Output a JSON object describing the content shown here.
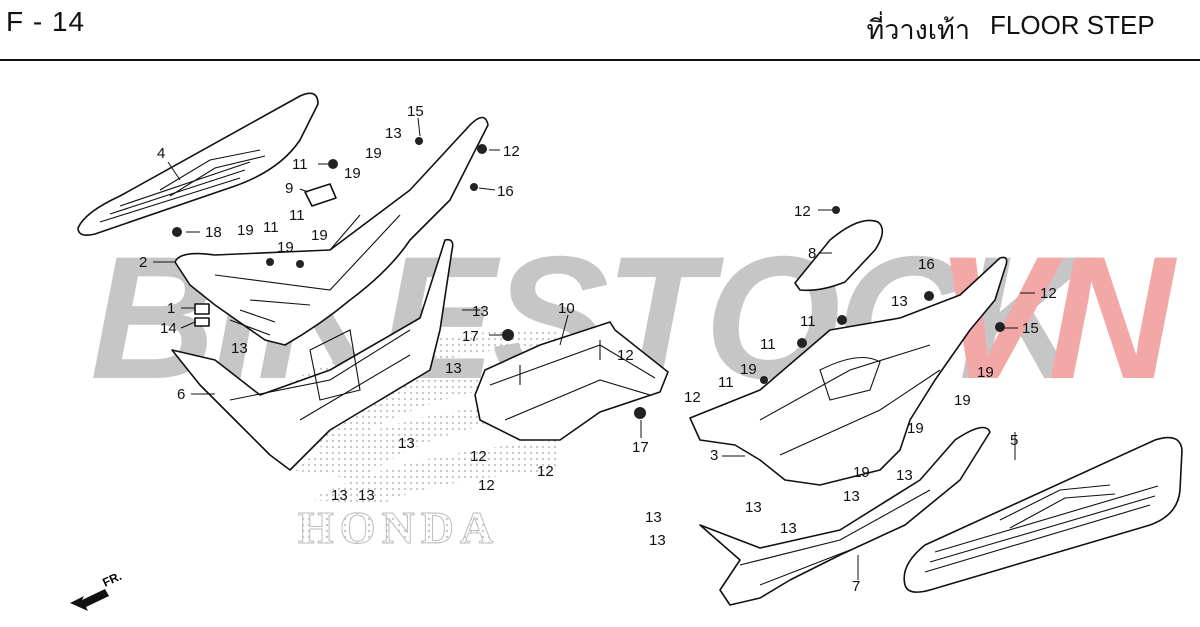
{
  "header": {
    "page_code": "F - 14",
    "title_th": "ที่วางเท้า",
    "title_en": "FLOOR STEP"
  },
  "watermark": {
    "text_main": "BIKESTOCK",
    "text_accent": "VN",
    "main_color": "#bdbdbd",
    "accent_color": "#f19a9a"
  },
  "brand": {
    "text": "HONDA"
  },
  "orientation": {
    "label": "FR."
  },
  "callouts": {
    "c1": "1",
    "c2": "2",
    "c3": "3",
    "c4": "4",
    "c5": "5",
    "c6": "6",
    "c7": "7",
    "c8": "8",
    "c9": "9",
    "c10": "10",
    "c11": "11",
    "c12": "12",
    "c13": "13",
    "c14": "14",
    "c15": "15",
    "c16": "16",
    "c17": "17",
    "c18": "18",
    "c19": "19"
  }
}
